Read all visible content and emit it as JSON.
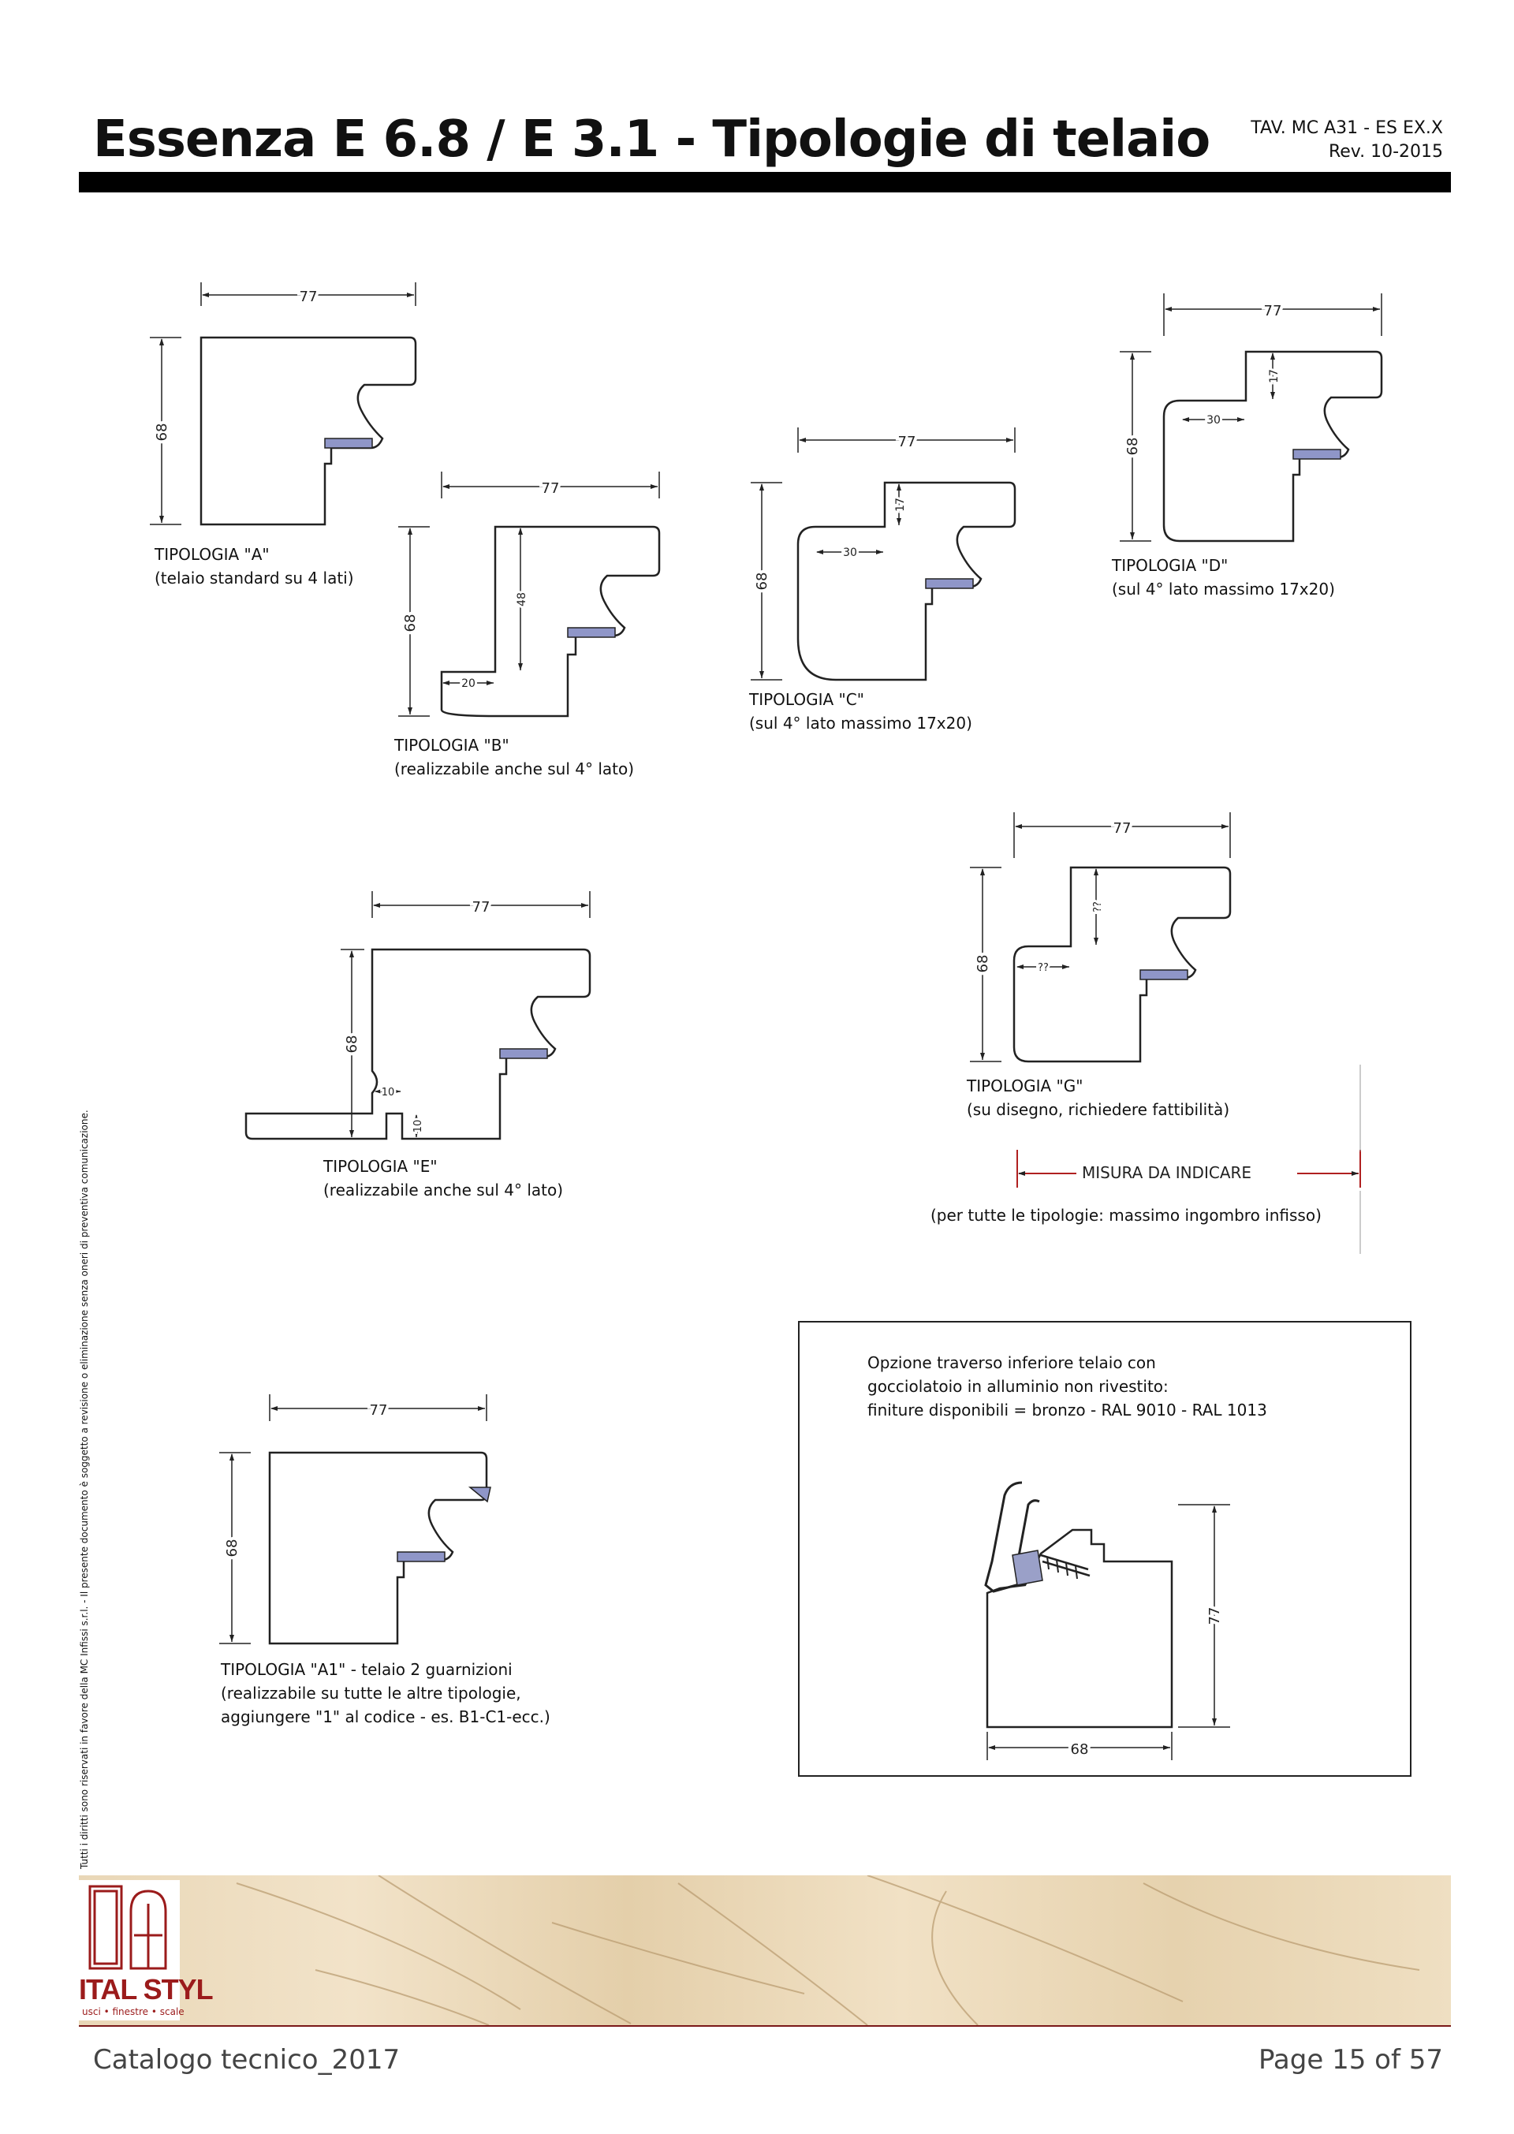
{
  "header": {
    "title": "Essenza E 6.8 / E 3.1 - Tipologie di telaio",
    "ref_code": "TAV. MC A31 - ES EX.X",
    "revision": "Rev. 10-2015"
  },
  "dimensions": {
    "width": "77",
    "height": "68",
    "height_b": "48",
    "lip_b": "20",
    "step_w": "30",
    "step_h": "17",
    "step_g": "??",
    "e_ten": "10",
    "opt_width": "68",
    "opt_height": "77"
  },
  "types": [
    {
      "label": "TIPOLOGIA \"A\"",
      "note": "(telaio standard su 4 lati)"
    },
    {
      "label": "TIPOLOGIA \"B\"",
      "note": "(realizzabile anche sul 4° lato)"
    },
    {
      "label": "TIPOLOGIA \"C\"",
      "note": "(sul 4° lato massimo 17x20)"
    },
    {
      "label": "TIPOLOGIA \"D\"",
      "note": "(sul 4° lato massimo 17x20)"
    },
    {
      "label": "TIPOLOGIA \"E\"",
      "note": "(realizzabile anche sul 4° lato)"
    },
    {
      "label": "TIPOLOGIA \"G\"",
      "note": "(su disegno, richiedere fattibilità)"
    },
    {
      "label": "TIPOLOGIA \"A1\" - telaio 2 guarnizioni",
      "note": "(realizzabile su tutte le altre tipologie,",
      "note2": "aggiungere \"1\" al codice - es. B1-C1-ecc.)"
    }
  ],
  "measure": {
    "label": "MISURA DA INDICARE",
    "note": "(per tutte le tipologie: massimo ingombro infisso)"
  },
  "option": {
    "line1": "Opzione traverso inferiore telaio con",
    "line2": "gocciolatoio in alluminio non rivestito:",
    "line3": "finiture disponibili = bronzo - RAL 9010 - RAL 1013"
  },
  "side_note": "Tutti i diritti sono riservati in favore della MC Infissi s.r.l. - Il presente documento è soggetto a revisione o eliminazione senza oneri di preventiva comunicazione.",
  "brand": {
    "name": "ITAL STYL",
    "tagline": "usci • finestre • scale"
  },
  "footer": {
    "left": "Catalogo tecnico_2017",
    "right": "Page 15 of 57"
  },
  "colors": {
    "accent": "#9b1b1b",
    "seal": "#8f96c8",
    "line": "#222222"
  }
}
